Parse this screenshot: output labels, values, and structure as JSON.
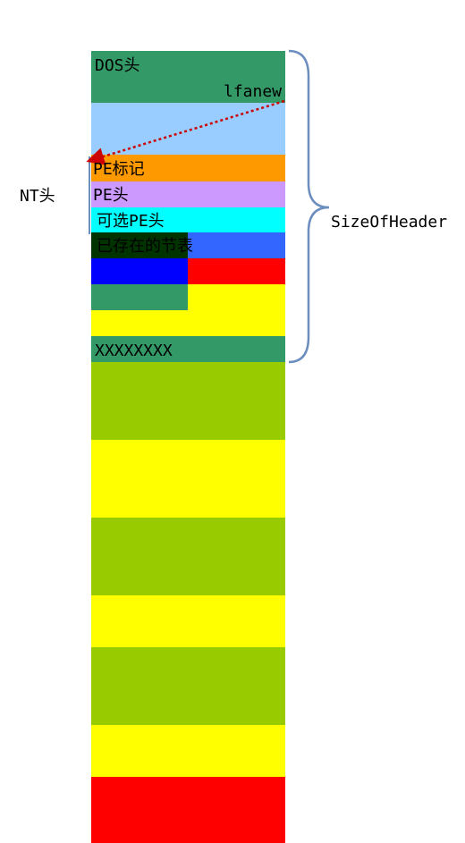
{
  "labels": {
    "dos_header": "DOS头",
    "lfanew": "lfanew",
    "pe_signature": "PE标记",
    "pe_header": "PE头",
    "optional_header": "可选PE头",
    "section_table": "已存在的节表",
    "xxxxxxxx": "XXXXXXXX",
    "nt_header": "NT头",
    "size_of_header": "SizeOfHeader"
  },
  "colors": {
    "dos_green": "#339966",
    "dos_stub_lightblue": "#99CCFF",
    "pe_signature_orange": "#FF9900",
    "pe_header_purple": "#CC99FF",
    "optional_header_cyan": "#00FFFF",
    "section_table_blue": "#3366FF",
    "section_table_black": "#003300",
    "blue": "#0000FF",
    "red": "#FF0000",
    "yellow": "#FFFF00",
    "olive_green": "#99CC00",
    "brace": "#6C8EBF",
    "arrow": "#CC0000"
  }
}
